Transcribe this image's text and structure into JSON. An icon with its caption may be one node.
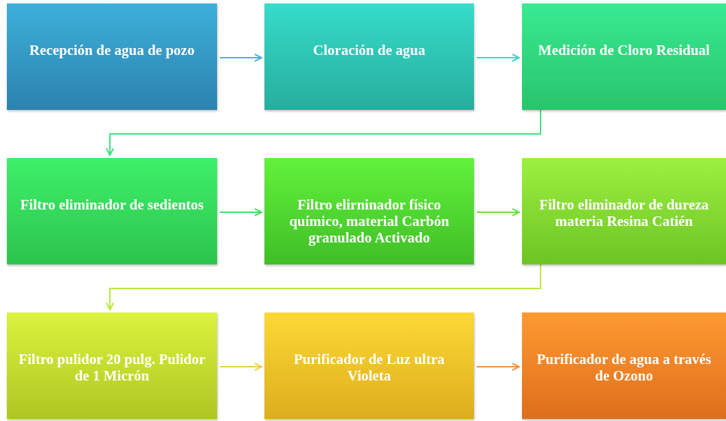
{
  "diagram": {
    "nodes": [
      {
        "text": [
          "Recepción de agua de pozo"
        ]
      },
      {
        "text": [
          "Cloración de agua"
        ]
      },
      {
        "text": [
          "Medición de Cloro Residual"
        ]
      },
      {
        "text": [
          "Filtro eliminador de sedientos"
        ]
      },
      {
        "text": [
          "Filtro elirninador físico químico, material Carbón granulado Activado"
        ]
      },
      {
        "text": [
          "Filtro eliminador de dureza materia Resina Catién"
        ]
      },
      {
        "text": [
          "Filtro pulidor 20 pulg. Pulidor de 1 Micrón"
        ]
      },
      {
        "text": [
          "Purificador de Luz ultra Violeta"
        ]
      },
      {
        "text": [
          "Purificador de agua a través de Ozono"
        ]
      }
    ],
    "edges": [
      {
        "from": 0,
        "to": 1,
        "arrow": "to",
        "color": "#4ab0d8"
      },
      {
        "from": 1,
        "to": 2,
        "arrow": "to",
        "color": "#40d6c4"
      },
      {
        "from": 2,
        "to": 3,
        "arrow": "to",
        "color": "#3ee080"
      },
      {
        "from": 3,
        "to": 4,
        "arrow": "to",
        "color": "#40e060"
      },
      {
        "from": 4,
        "to": 5,
        "arrow": "to",
        "color": "#66e040"
      },
      {
        "from": 5,
        "to": 6,
        "arrow": "to",
        "color": "#b8e840"
      },
      {
        "from": 6,
        "to": 7,
        "arrow": "to",
        "color": "#f0d040"
      },
      {
        "from": 7,
        "to": 8,
        "arrow": "to",
        "color": "#f09040"
      }
    ]
  }
}
